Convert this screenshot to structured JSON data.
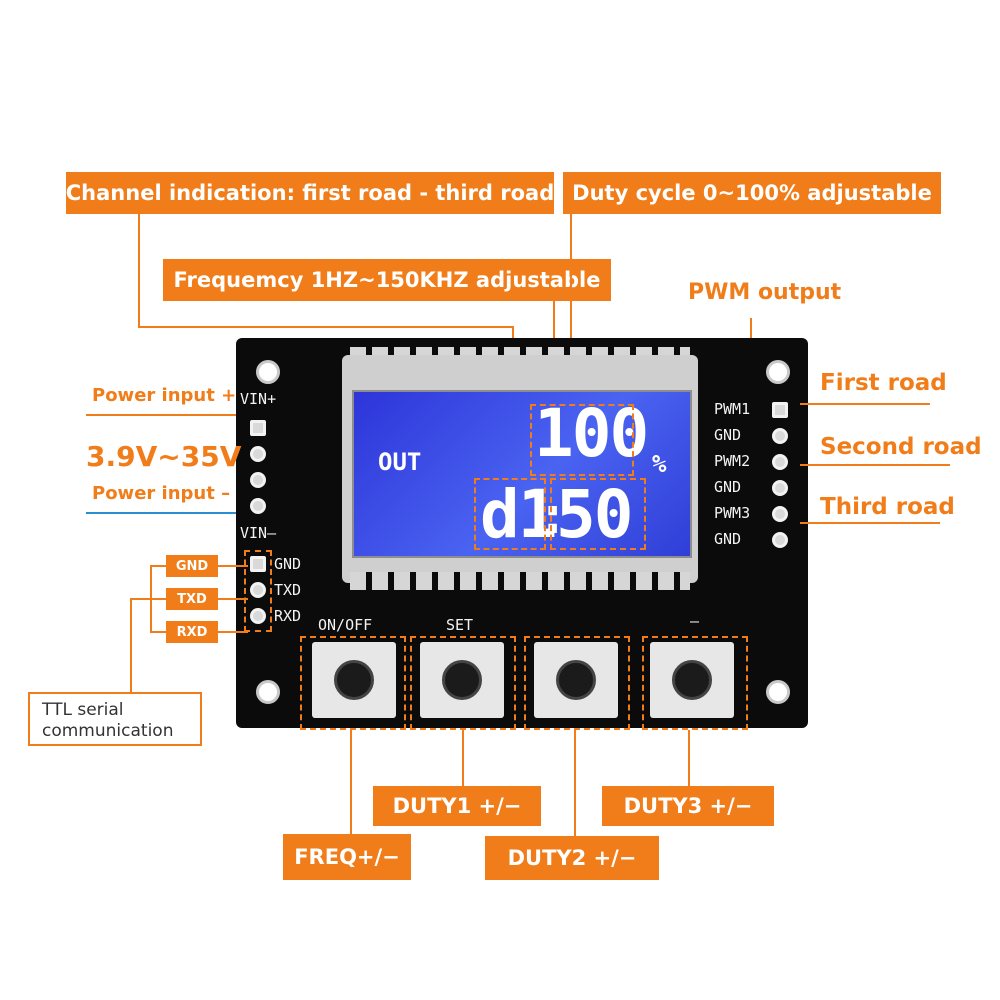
{
  "labels": {
    "channel_indication": "Channel indication: first road - third road",
    "duty_cycle": "Duty cycle 0~100% adjustable",
    "frequency": "Frequemcy 1HZ~150KHZ adjustable",
    "pwm_output": "PWM output",
    "power_input_plus": "Power input +",
    "voltage_range": "3.9V~35V",
    "power_input_minus": "Power input –",
    "first_road": "First road",
    "second_road": "Second road",
    "third_road": "Third road",
    "gnd": "GND",
    "txd": "TXD",
    "rxd": "RXD",
    "ttl_line1": "TTL serial",
    "ttl_line2": "communication",
    "freq_btn": "FREQ+/−",
    "duty1_btn": "DUTY1 +/−",
    "duty2_btn": "DUTY2 +/−",
    "duty3_btn": "DUTY3 +/−"
  },
  "board": {
    "vin_plus": "VIN+",
    "vin_minus": "VIN–",
    "pwm1": "PWM1",
    "gnd1": "GND",
    "pwm2": "PWM2",
    "gnd2": "GND",
    "pwm3": "PWM3",
    "gnd3": "GND",
    "serial_gnd": "GND",
    "serial_txd": "TXD",
    "serial_rxd": "RXD",
    "on_off": "ON/OFF",
    "set": "SET",
    "minus": "–"
  },
  "lcd": {
    "out": "OUT",
    "top_value": "100",
    "percent": "%",
    "bottom_prefix": "d1",
    "bottom_value": "50"
  }
}
